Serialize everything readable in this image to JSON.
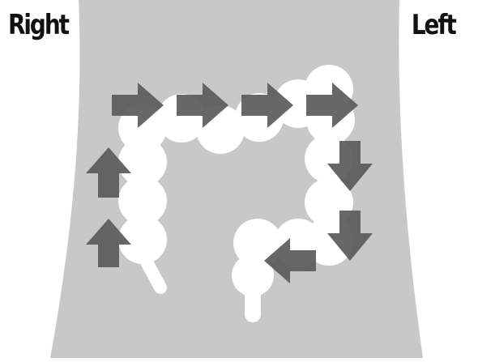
{
  "labels": {
    "right": "Right",
    "left": "Left"
  },
  "colors": {
    "background": "#ffffff",
    "abdomen": "#c8c8c8",
    "colon": "#ffffff",
    "arrow": "#5a5a5a",
    "text": "#111111"
  },
  "arrows": [
    {
      "section": "ascending",
      "direction": "up",
      "icon": "arrow-up-icon"
    },
    {
      "section": "ascending",
      "direction": "up",
      "icon": "arrow-up-icon"
    },
    {
      "section": "transverse",
      "direction": "right",
      "icon": "arrow-right-icon"
    },
    {
      "section": "transverse",
      "direction": "right",
      "icon": "arrow-right-icon"
    },
    {
      "section": "transverse",
      "direction": "right",
      "icon": "arrow-right-icon"
    },
    {
      "section": "transverse",
      "direction": "right",
      "icon": "arrow-right-icon"
    },
    {
      "section": "descending",
      "direction": "down",
      "icon": "arrow-down-icon"
    },
    {
      "section": "descending",
      "direction": "down",
      "icon": "arrow-down-icon"
    },
    {
      "section": "sigmoid",
      "direction": "left",
      "icon": "arrow-left-icon"
    }
  ]
}
